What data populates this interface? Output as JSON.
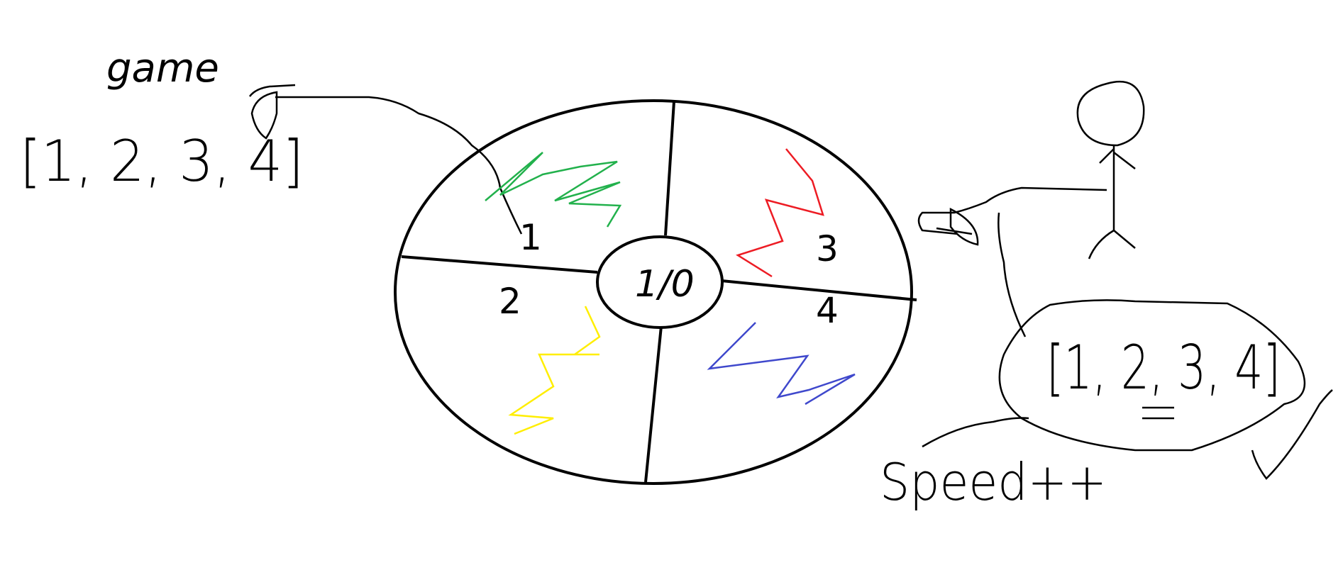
{
  "labels": {
    "game": "game",
    "left_list": "[1, 2, 3, 4]",
    "right_list": "[1, 2, 3, 4]",
    "speed": "Speed++",
    "center": "1/0"
  },
  "wheel": {
    "sections": [
      {
        "label": "1",
        "color": "#22b14c"
      },
      {
        "label": "2",
        "color": "#ffee00"
      },
      {
        "label": "3",
        "color": "#ed1c24"
      },
      {
        "label": "4",
        "color": "#3f48cc"
      }
    ]
  },
  "colors": {
    "stroke": "#000000",
    "background": "#ffffff"
  }
}
